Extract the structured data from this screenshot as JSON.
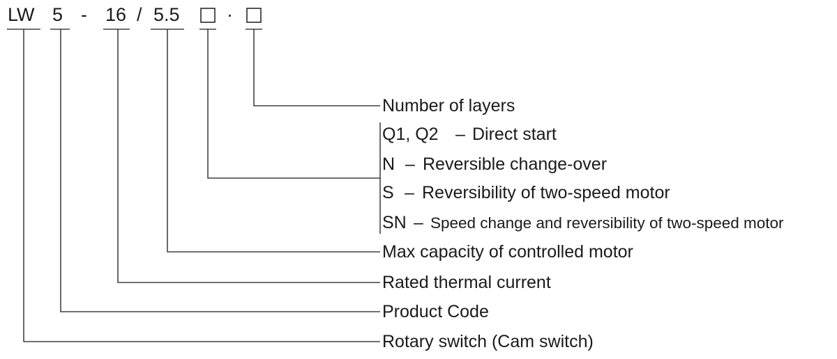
{
  "model_code": {
    "parts": [
      "LW",
      "5",
      "-",
      "16",
      "/",
      "5.5",
      "·"
    ],
    "placeholder_boxes": 2
  },
  "legend": {
    "layers": "Number of layers",
    "function_options": [
      {
        "code": "Q1, Q2",
        "sep": "–",
        "text": "Direct start"
      },
      {
        "code": "N",
        "sep": "–",
        "text": "Reversible change-over"
      },
      {
        "code": "S",
        "sep": "–",
        "text": "Reversibility of two-speed motor"
      },
      {
        "code": "SN",
        "sep": "–",
        "text": "Speed change and reversibility of two-speed motor"
      }
    ],
    "max_capacity": "Max capacity of controlled motor",
    "rated_current": "Rated thermal current",
    "product_code": "Product Code",
    "type_name": "Rotary switch (Cam switch)"
  }
}
